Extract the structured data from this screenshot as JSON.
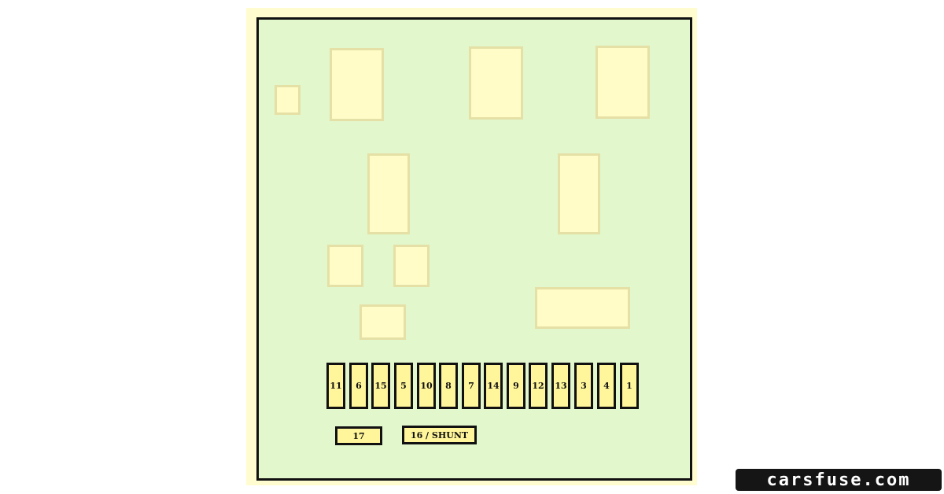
{
  "fuses_row": [
    "11",
    "6",
    "15",
    "5",
    "10",
    "8",
    "7",
    "14",
    "9",
    "12",
    "13",
    "3",
    "4",
    "1"
  ],
  "fuse_17": "17",
  "fuse_16": "16 / SHUNT",
  "logo": "carsfuse.com",
  "colors": {
    "panel": "#e2f7cc",
    "outer": "#fffdd0",
    "fuse": "#fff59a",
    "slot": "#fffcc8",
    "border": "#111111"
  }
}
